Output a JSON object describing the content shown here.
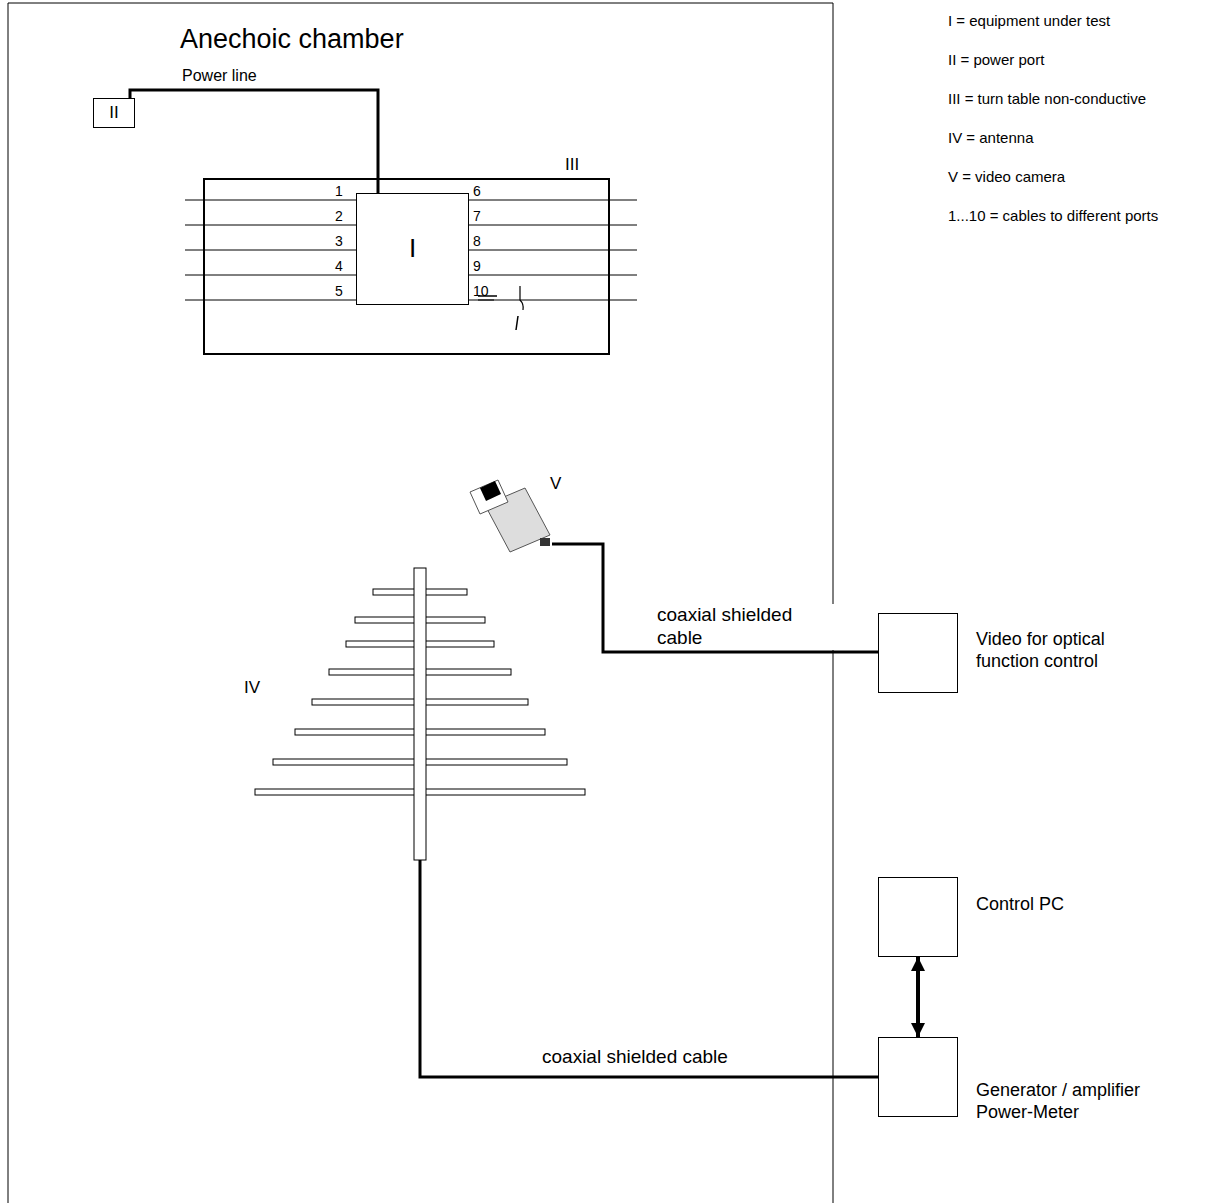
{
  "diagram": {
    "title": "Anechoic chamber",
    "nodes": [
      {
        "text": [
          "II"
        ]
      },
      {
        "text": [
          "III"
        ]
      },
      {
        "text": [
          "I"
        ],
        "in": 1
      },
      {
        "text": [
          "V"
        ]
      },
      {
        "text": [
          "Video for optical function control"
        ]
      },
      {
        "text": [
          "IV"
        ]
      },
      {
        "text": [
          "Control PC"
        ]
      },
      {
        "text": [
          "Generator / amplifier Power-Meter"
        ]
      }
    ],
    "edges": [
      {
        "from": 0,
        "to": 2,
        "arrow": "none",
        "label": "Power line"
      },
      {
        "from": 3,
        "to": 4,
        "arrow": "none",
        "label": "coaxial shielded cable"
      },
      {
        "from": 5,
        "to": 7,
        "arrow": "none",
        "label": "coaxial shielded cable"
      },
      {
        "from": 6,
        "to": 7,
        "arrow": "both"
      }
    ],
    "labels": [
      "1",
      "2",
      "3",
      "4",
      "5",
      "6",
      "7",
      "8",
      "9",
      "10",
      "I = equipment under test",
      "II = power port",
      "III = turn table non-conductive",
      "IV = antenna",
      "V = video camera",
      "1...10 = cables to different ports"
    ]
  }
}
